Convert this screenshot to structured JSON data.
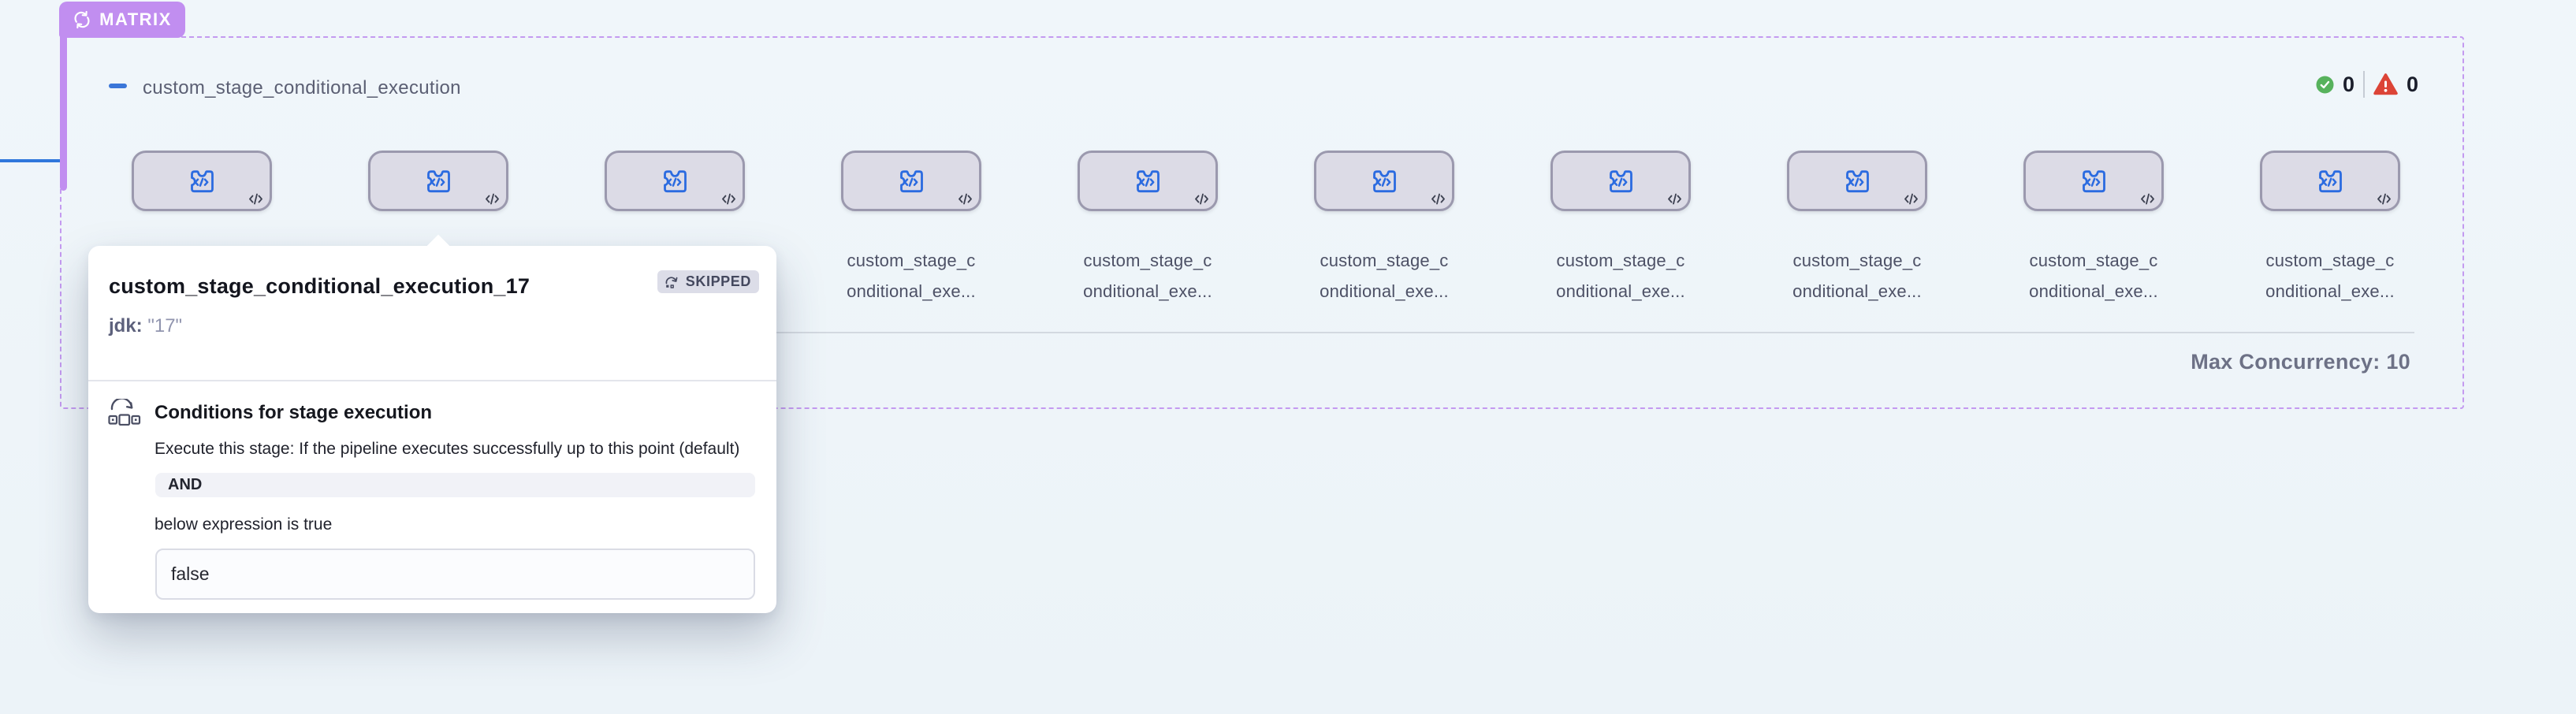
{
  "matrix_badge": {
    "label": "MATRIX"
  },
  "header": {
    "title": "custom_stage_conditional_execution",
    "success_count": "0",
    "failed_count": "0"
  },
  "stages": {
    "count": 10,
    "label_line1": "custom_stage_c",
    "label_line2": "onditional_exe..."
  },
  "footer": {
    "max_concurrency": "Max Concurrency: 10"
  },
  "popover": {
    "title": "custom_stage_conditional_execution_17",
    "status_badge": "SKIPPED",
    "variable_label": "jdk:",
    "variable_value": "\"17\"",
    "conditions": {
      "heading": "Conditions for stage execution",
      "description": "Execute this stage: If the pipeline executes successfully up to this point (default)",
      "operator": "AND",
      "subtext": "below expression is true",
      "expression": "false"
    }
  },
  "colors": {
    "matrix_purple": "#c18ef0",
    "dashed_border": "#c49af0",
    "connector_blue": "#3077dc",
    "stage_icon_blue": "#2b6be0",
    "success_green": "#57b25c",
    "error_red": "#dc4437"
  }
}
